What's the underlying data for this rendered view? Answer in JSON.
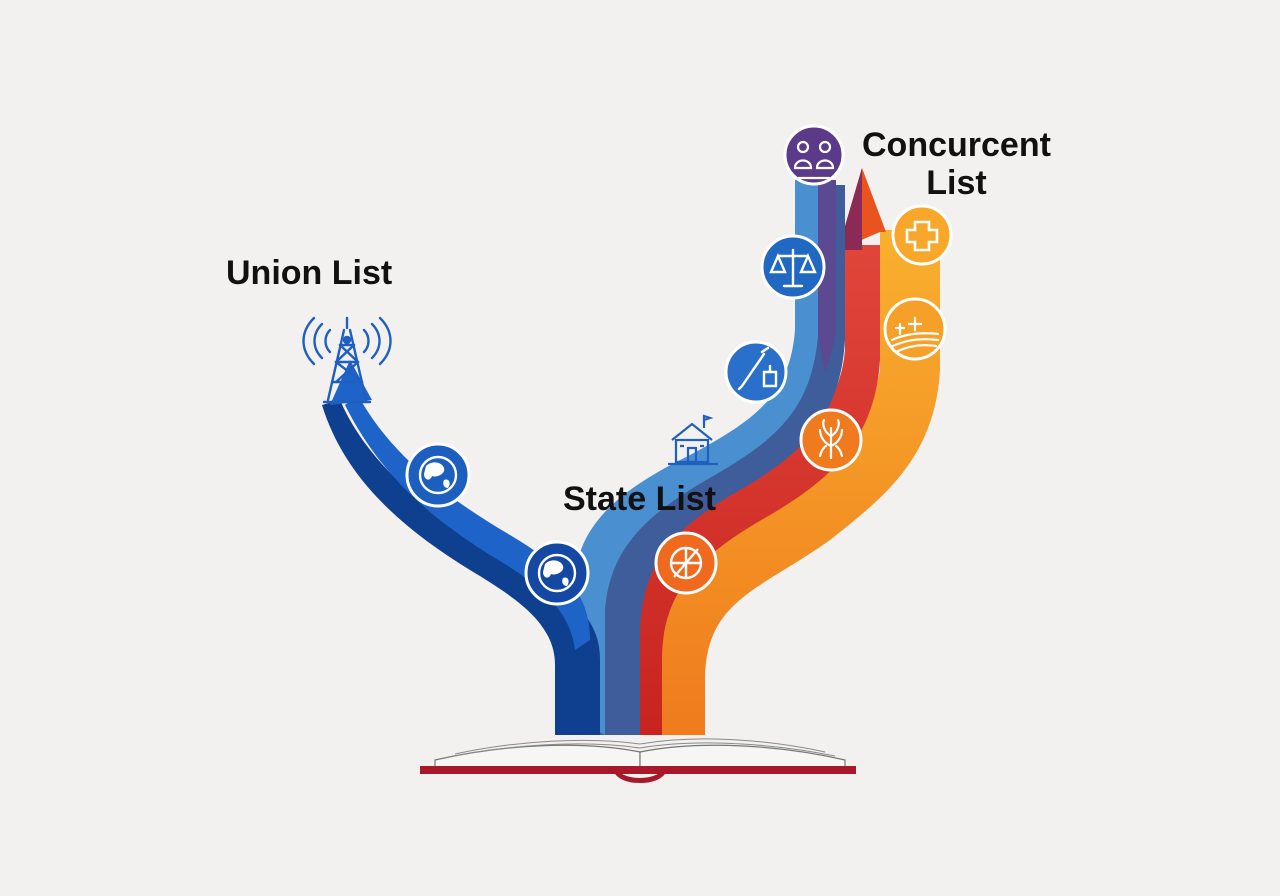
{
  "labels": {
    "union": "Union List",
    "state": "State List",
    "concurrent_line1": "Concurcent",
    "concurrent_line2": "List"
  },
  "colors": {
    "background": "#f2f1ef",
    "union_dark": "#0f3f8f",
    "union_mid": "#1e64c8",
    "state_light": "#4a90d0",
    "state_slate": "#3f5d9a",
    "purple": "#5b3a8a",
    "red": "#d93a2f",
    "orange": "#f08a20",
    "amber": "#f8a72a",
    "book_red": "#a8182a",
    "text": "#111111"
  },
  "icons": [
    "radio-tower-icon",
    "globe-icon",
    "globe-icon",
    "school-icon",
    "pen-and-ink-icon",
    "scales-of-justice-icon",
    "population-icon",
    "no-entry-icon",
    "agriculture-icon",
    "farmland-icon",
    "health-cross-icon",
    "open-book-icon",
    "arrow-up-icon"
  ]
}
